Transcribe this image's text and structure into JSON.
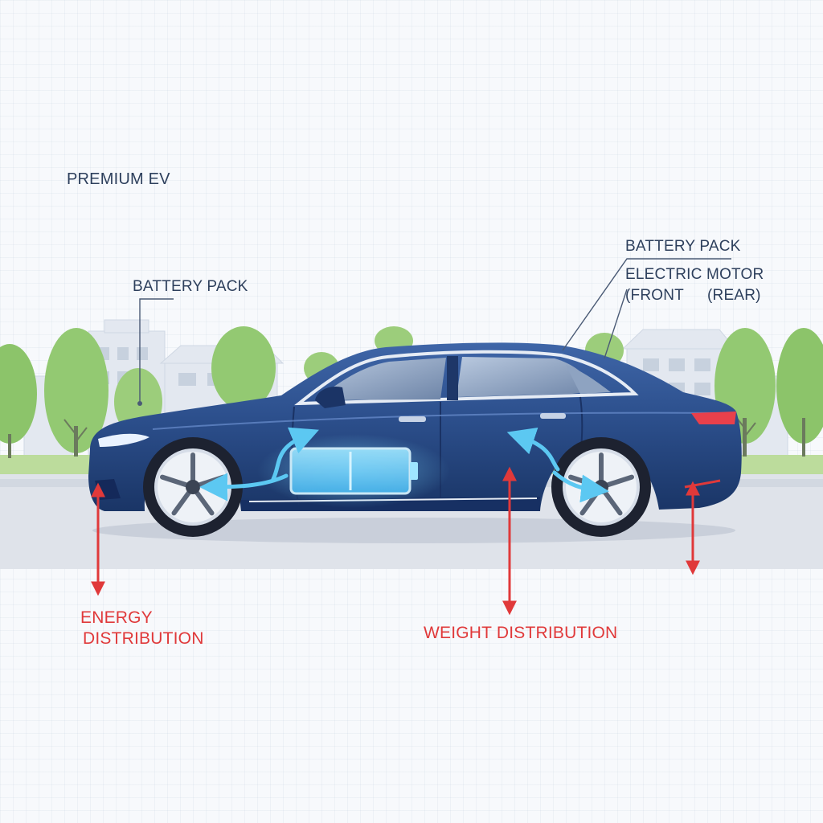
{
  "labels": {
    "title": "PREMIUM EV",
    "battery_left": "BATTERY PACK",
    "battery_right": "BATTERY PACK",
    "motor": "ELECTRIC MOTOR",
    "front": "(FRONT",
    "rear": "(REAR)",
    "energy_line1": "ENERGY",
    "energy_line2": "DISTRIBUTION",
    "weight": "WEIGHT DISTRIBUTION"
  },
  "colors": {
    "car_body": "#2c4f8c",
    "car_dark": "#17315f",
    "accent_red": "#e0393a",
    "energy_blue": "#5cc8f2",
    "label_dark": "#2d3f5c",
    "tree_green": "#8cc46a",
    "building": "#dde3ec",
    "road": "#dfe3ea"
  }
}
